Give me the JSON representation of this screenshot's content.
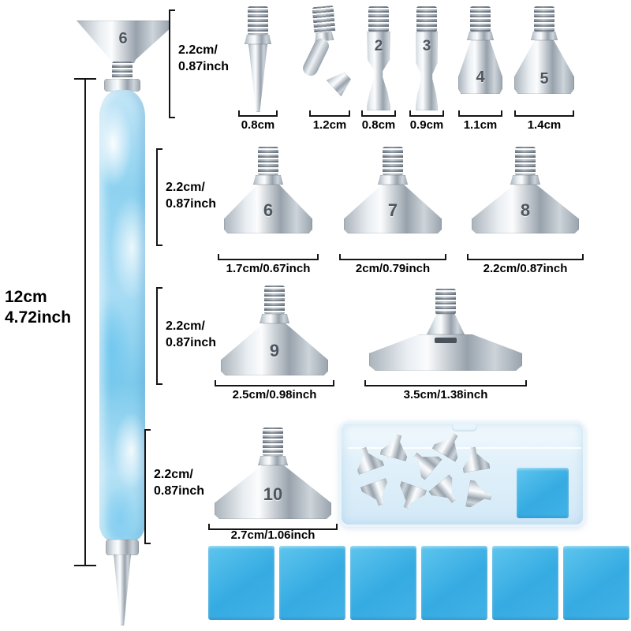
{
  "pen": {
    "length_label": "12cm\n4.72inch",
    "tip_number": "6"
  },
  "height_labels": {
    "row1": "2.2cm/\n0.87inch",
    "row2": "2.2cm/\n0.87inch",
    "row3": "2.2cm/\n0.87inch",
    "row4": "2.2cm/\n0.87inch"
  },
  "row1_tips": [
    {
      "type": "single-point",
      "number": "",
      "width_label": "0.8cm"
    },
    {
      "type": "angled",
      "number": "",
      "width_label": "1.2cm"
    },
    {
      "type": "waisted",
      "number": "2",
      "width_label": "0.8cm"
    },
    {
      "type": "waisted",
      "number": "3",
      "width_label": "0.9cm"
    },
    {
      "type": "spade",
      "number": "4",
      "width_label": "1.1cm"
    },
    {
      "type": "spade",
      "number": "5",
      "width_label": "1.4cm"
    }
  ],
  "row2_tips": [
    {
      "number": "6",
      "width_label": "1.7cm/0.67inch"
    },
    {
      "number": "7",
      "width_label": "2cm/0.79inch"
    },
    {
      "number": "8",
      "width_label": "2.2cm/0.87inch"
    }
  ],
  "row3_tips": [
    {
      "number": "9",
      "width_label": "2.5cm/0.98inch"
    },
    {
      "type": "wide-flat",
      "number": "",
      "width_label": "3.5cm/1.38inch"
    }
  ],
  "row4_tips": [
    {
      "number": "10",
      "width_label": "2.7cm/1.06inch"
    }
  ],
  "accessories": {
    "wax_pads_in_case": 1,
    "wax_squares_bottom": 6
  },
  "colors": {
    "wax_blue": "#3fb0e5",
    "metal_light": "#f2f5f8",
    "metal_dark": "#8f99a3",
    "pen_body_blue": "#9fd8f2"
  }
}
